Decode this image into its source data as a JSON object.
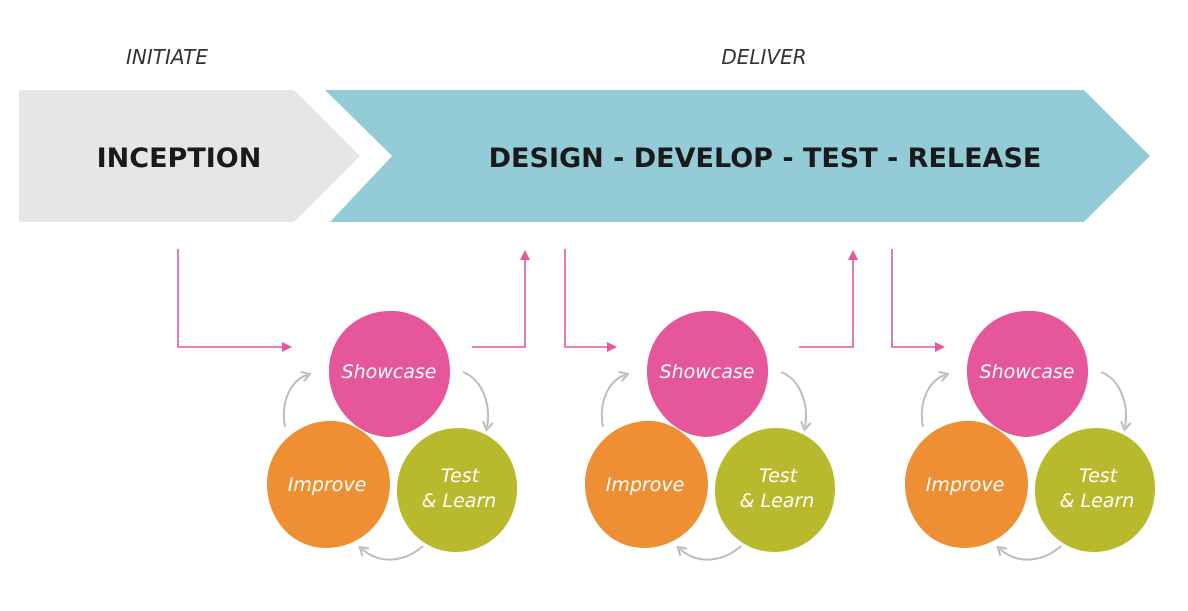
{
  "phases": {
    "initiate_label": "INITIATE",
    "deliver_label": "DELIVER"
  },
  "banners": {
    "inception": {
      "title": "INCEPTION",
      "color": "#e6e6e6"
    },
    "delivery": {
      "title": "DESIGN - DEVELOP - TEST - RELEASE",
      "color": "#93cbd6"
    }
  },
  "cycle": {
    "showcase": {
      "label": "Showcase",
      "color": "#e5569b"
    },
    "improve": {
      "label": "Improve",
      "color": "#ef8f33"
    },
    "test_learn": {
      "line1": "Test",
      "line2": "& Learn",
      "color": "#b8b92d"
    }
  },
  "colors": {
    "flow_arrow": "#e5569b",
    "cycle_arrow": "#bdbdbd"
  }
}
